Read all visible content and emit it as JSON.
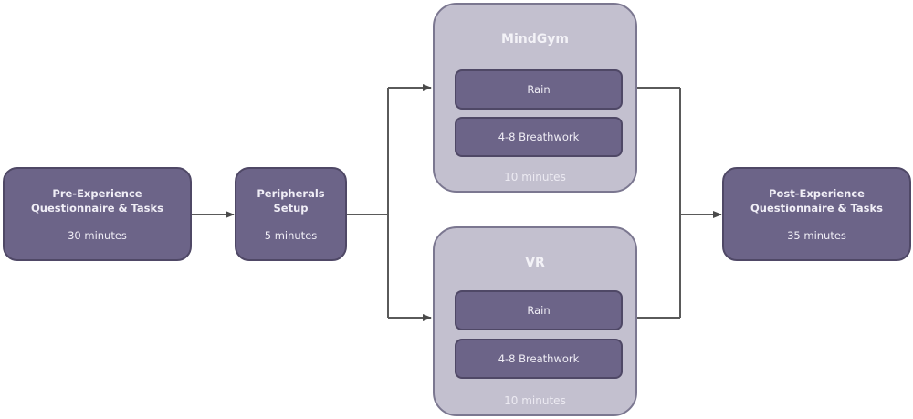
{
  "colors": {
    "box_fill": "#6c6488",
    "group_fill": "#c3c0cf",
    "connector": "#5a5a5a",
    "text_light": "#f0eef6"
  },
  "steps": {
    "pre": {
      "title_line1": "Pre-Experience",
      "title_line2": "Questionnaire & Tasks",
      "duration": "30 minutes"
    },
    "peripherals": {
      "title_line1": "Peripherals",
      "title_line2": "Setup",
      "duration": "5 minutes"
    },
    "post": {
      "title_line1": "Post-Experience",
      "title_line2": "Questionnaire & Tasks",
      "duration": "35 minutes"
    }
  },
  "conditions": [
    {
      "title": "MindGym",
      "items": [
        "Rain",
        "4-8 Breathwork"
      ],
      "duration": "10  minutes"
    },
    {
      "title": "VR",
      "items": [
        "Rain",
        "4-8 Breathwork"
      ],
      "duration": "10  minutes"
    }
  ]
}
